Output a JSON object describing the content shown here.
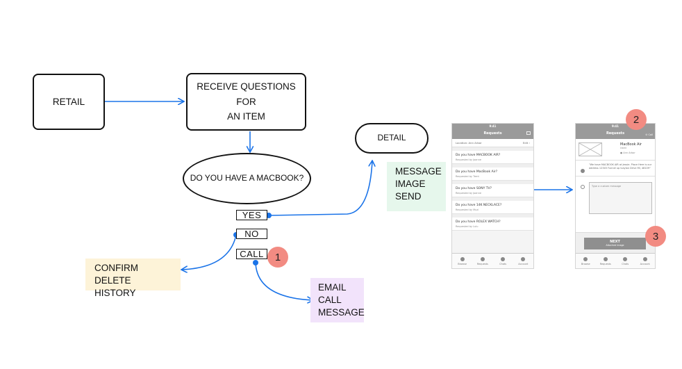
{
  "nodes": {
    "retail": "RETAIL",
    "receive_line1": "RECEIVE QUESTIONS FOR",
    "receive_line2": "AN ITEM",
    "question": "DO YOU HAVE A MACBOOK?",
    "detail": "DETAIL"
  },
  "options": {
    "yes": "YES",
    "no": "NO",
    "call": "CALL"
  },
  "notes": {
    "yes_actions": [
      "MESSAGE",
      "IMAGE",
      "SEND"
    ],
    "no_actions": [
      "CONFIRM",
      "DELETE HISTORY"
    ],
    "call_actions": [
      "EMAIL",
      "CALL",
      "MESSAGE"
    ]
  },
  "badges": [
    "1",
    "2",
    "3"
  ],
  "colors": {
    "arrow": "#1a73e8",
    "green_note": "#e6f7ec",
    "yellow_note": "#fdf3d8",
    "purple_note": "#f2e3fb",
    "badge": "#f28b82"
  },
  "phone_list": {
    "time": "9:41",
    "title": "Requests",
    "location": "Location: Ann Arbor",
    "edit": "Edit",
    "requests": [
      {
        "question": "Do you have MACBOOK AIR?",
        "by": "Requested by Joanne"
      },
      {
        "question": "Do you have MacBook Air?",
        "by": "Requested by Trent"
      },
      {
        "question": "Do you have SONY TV?",
        "by": "Requested by Joanne"
      },
      {
        "question": "Do you have 14K NECKLACE?",
        "by": "Requested by Muzi"
      },
      {
        "question": "Do you have ROLEX WATCH?",
        "by": "Requested by Lulu"
      }
    ],
    "tabs": [
      "Browse",
      "Requests",
      "Chats",
      "Account"
    ]
  },
  "phone_detail": {
    "time": "9:41",
    "title": "Requests",
    "call_label": "Call",
    "item_name": "MacBook Air",
    "item_sub": "Used",
    "item_location": "Ann Arbor",
    "preset_message": "\"We have MACBOOK AIR at Jessie. Place Here is our address 12345 Funnel up Ivaylon Drive MI, 48109\"",
    "custom_placeholder": "Type a custom message",
    "next_label": "NEXT",
    "next_sub": "Attached Image",
    "tabs": [
      "Browse",
      "Requests",
      "Chats",
      "Account"
    ]
  }
}
